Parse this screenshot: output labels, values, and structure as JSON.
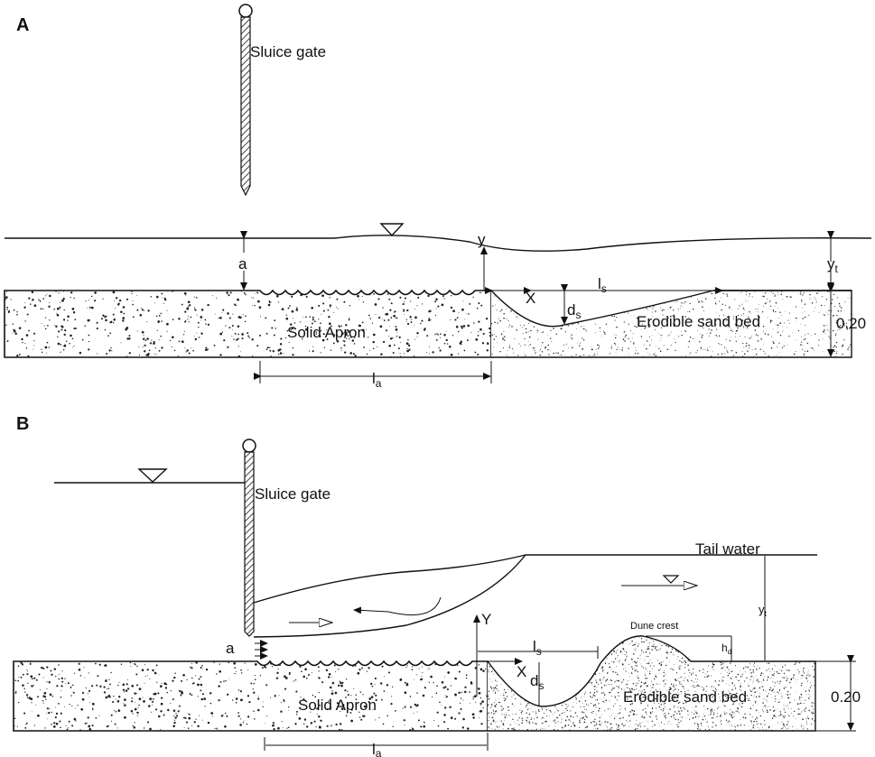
{
  "panel_a": {
    "tag": "A",
    "gate_label": "Sluice gate",
    "apron_label": "Solid Apron",
    "sand_label": "Erodible sand bed",
    "depth_value": "0.20",
    "sym_a": "a",
    "sym_y": "y",
    "sym_yt": "y",
    "sym_yt_sub": "t",
    "sym_x": "X",
    "sym_ls": "l",
    "sym_ls_sub": "s",
    "sym_ds": "d",
    "sym_ds_sub": "s",
    "sym_la": "l",
    "sym_la_sub": "a"
  },
  "panel_b": {
    "tag": "B",
    "gate_label": "Sluice gate",
    "tailwater_label": "Tail water",
    "dune_label": "Dune crest",
    "apron_label": "Solid Apron",
    "sand_label": "Erodible sand bed",
    "depth_value": "0.20",
    "sym_a": "a",
    "sym_y": "Y",
    "sym_yt": "y",
    "sym_yt_sub": "t",
    "sym_x": "X",
    "sym_ls": "l",
    "sym_ls_sub": "s",
    "sym_ds": "d",
    "sym_ds_sub": "s",
    "sym_hd": "h",
    "sym_hd_sub": "d",
    "sym_la": "l",
    "sym_la_sub": "a"
  },
  "colors": {
    "ink": "#111111",
    "hatch": "#444444",
    "background": "#ffffff"
  }
}
